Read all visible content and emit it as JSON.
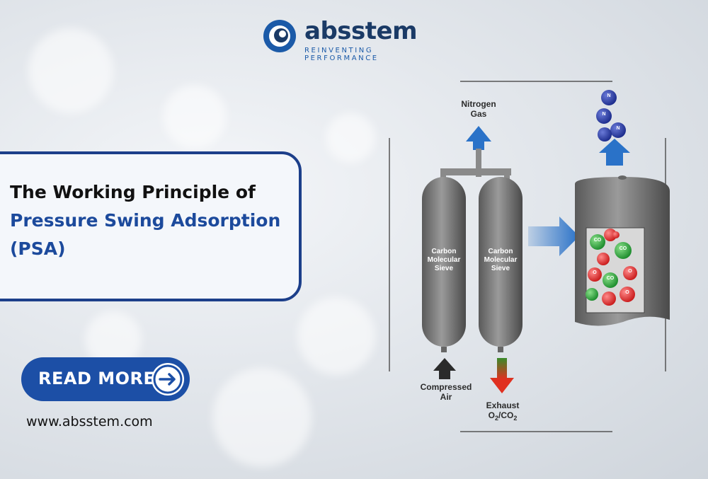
{
  "brand": {
    "name": "absstem",
    "tagline": "REINVENTING PERFORMANCE",
    "colors": {
      "navy": "#1c3f8a",
      "blue": "#1c4fa6",
      "accent": "#1b5aa8"
    }
  },
  "title": {
    "line1": "The Working Principle of",
    "line2": "Pressure Swing Adsorption",
    "line3": "(PSA)"
  },
  "cta": {
    "label": "READ MORE",
    "icon": "arrow-right-circle-icon"
  },
  "website": "www.absstem.com",
  "diagram": {
    "nitrogen_label_1": "Nitrogen",
    "nitrogen_label_2": "Gas",
    "sieve_left_1": "Carbon",
    "sieve_left_2": "Molecular",
    "sieve_left_3": "Sieve",
    "sieve_right_1": "Carbon",
    "sieve_right_2": "Molecular",
    "sieve_right_3": "Sieve",
    "compressed_1": "Compressed",
    "compressed_2": "Air",
    "exhaust_1": "Exhaust",
    "exhaust_o": "O",
    "exhaust_sub1": "2",
    "exhaust_slash": "/CO",
    "exhaust_sub2": "2",
    "molecule_n": "N",
    "molecule_o": "O",
    "molecule_co": "CO"
  }
}
